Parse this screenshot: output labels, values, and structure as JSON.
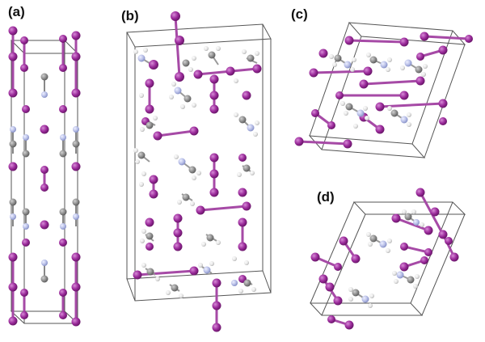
{
  "panels": [
    {
      "id": "a",
      "label": "(a)"
    },
    {
      "id": "b",
      "label": "(b)"
    },
    {
      "id": "c",
      "label": "(c)"
    },
    {
      "id": "d",
      "label": "(d)"
    }
  ],
  "colors": {
    "iodine": "#9b2b9b",
    "iodine_light": "#b455b4",
    "carbon": "#8f8f8f",
    "nitrogen": "#b9c0e8",
    "hydrogen": "#e6e6e6",
    "cell_edge": "#555555",
    "bond": "#a64aa6"
  }
}
